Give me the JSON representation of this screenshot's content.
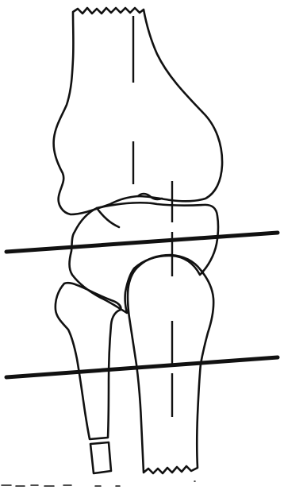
{
  "figure": {
    "background_color": "#ffffff",
    "line_color": "#111111",
    "parts": [
      "femur",
      "patella",
      "fibula",
      "tibia",
      "proximal-cut-line",
      "distal-cut-line",
      "femoral-axis",
      "tibial-axis"
    ]
  }
}
